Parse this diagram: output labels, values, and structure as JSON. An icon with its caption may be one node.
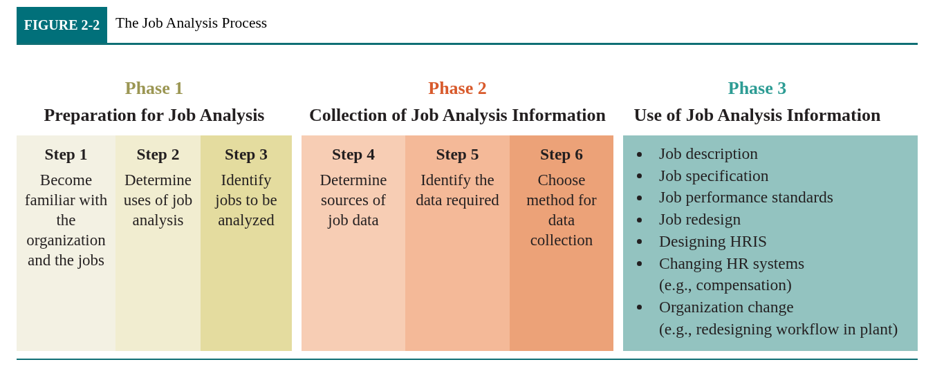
{
  "diagram": {
    "title": "The Job Analysis Process",
    "nodes": [
      {
        "text": [
          "Phase 1",
          "Preparation for Job Analysis"
        ]
      },
      {
        "text": [
          "Step 1",
          "Become familiar with the organization and the jobs"
        ],
        "in": 0
      },
      {
        "text": [
          "Step 2",
          "Determine uses of job analysis"
        ],
        "in": 0
      },
      {
        "text": [
          "Step 3",
          "Identify jobs to be analyzed"
        ],
        "in": 0
      },
      {
        "text": [
          "Phase 2",
          "Collection of Job Analysis Information"
        ]
      },
      {
        "text": [
          "Step 4",
          "Determine sources of job data"
        ],
        "in": 4
      },
      {
        "text": [
          "Step 5",
          "Identify the data required"
        ],
        "in": 4
      },
      {
        "text": [
          "Step 6",
          "Choose method for data collection"
        ],
        "in": 4
      },
      {
        "text": [
          "Phase 3",
          "Use of Job Analysis Information",
          "Job description",
          "Job specification",
          "Job performance standards",
          "Job redesign",
          "Designing HRIS",
          "Changing HR systems (e.g., compensation)",
          "Organization change (e.g., redesigning workflow in plant)"
        ]
      }
    ],
    "labels": [
      "FIGURE 2-2"
    ]
  }
}
